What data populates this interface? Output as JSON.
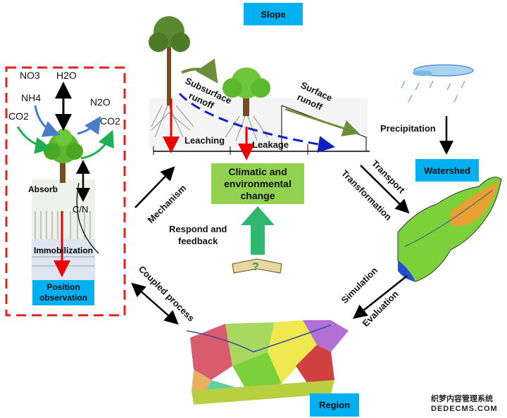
{
  "labels": {
    "slope": "Slope",
    "watershed": "Watershed",
    "region": "Region",
    "position_observation": [
      "Position",
      "observation"
    ],
    "climatic": [
      "Climatic and",
      "environmental",
      "change"
    ],
    "respond": [
      "Respond and",
      "feedback"
    ],
    "subsurface_runoff": [
      "Subsurface",
      "runoff"
    ],
    "surface_runoff": [
      "Surface",
      "runoff"
    ],
    "leaching": "Leaching",
    "leakage": "Leakage",
    "precipitation": "Precipitation",
    "transport": "Transport",
    "transformation": "Transformation",
    "simulation": "Simulation",
    "evaluation": "Evaluation",
    "mechanism": "Mechanism",
    "coupled_process": "Coupled process",
    "absorb": "Absorb",
    "cn": "C/N",
    "immobilization": "Immobilization"
  },
  "chemicals": {
    "no3": "NO3",
    "nh4": "NH4",
    "co2_left": "CO2",
    "h2o": "H2O",
    "n2o": "N2O",
    "co2_right": "CO2"
  },
  "watermark": [
    "织梦内容管理系统",
    "DEDECMS.COM"
  ],
  "colors": {
    "label_box": "#00b0f0",
    "climate_box": "#92d050",
    "dashed_border": "#e02020"
  }
}
